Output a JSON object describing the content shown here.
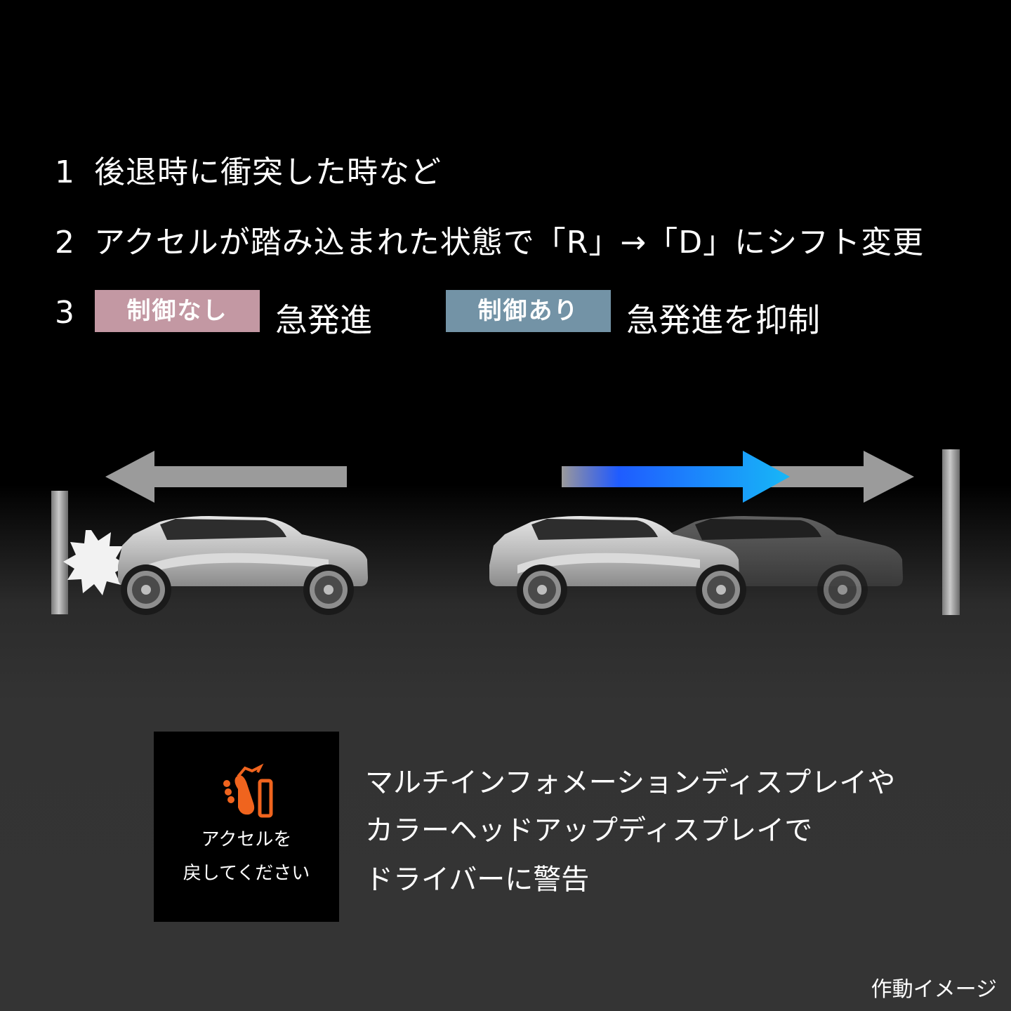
{
  "steps": [
    {
      "num": "1",
      "text": "後退時に衝突した時など"
    },
    {
      "num": "2",
      "text": "アクセルが踏み込まれた状態で「R」→「D」にシフト変更"
    },
    {
      "num": "3"
    }
  ],
  "comparison": {
    "without": {
      "badge": "制御なし",
      "result": "急発進",
      "badge_color": "#c398a3"
    },
    "with": {
      "badge": "制御あり",
      "result": "急発進を抑制",
      "badge_color": "#7393a6"
    }
  },
  "display": {
    "line1": "アクセルを",
    "line2": "戻してください",
    "icon": "foot-pedal-warning-icon",
    "icon_color": "#f0641e"
  },
  "warning": {
    "line1": "マルチインフォメーションディスプレイや",
    "line2": "カラーヘッドアップディスプレイで",
    "line3": "ドライバーに警告"
  },
  "caption": "作動イメージ"
}
